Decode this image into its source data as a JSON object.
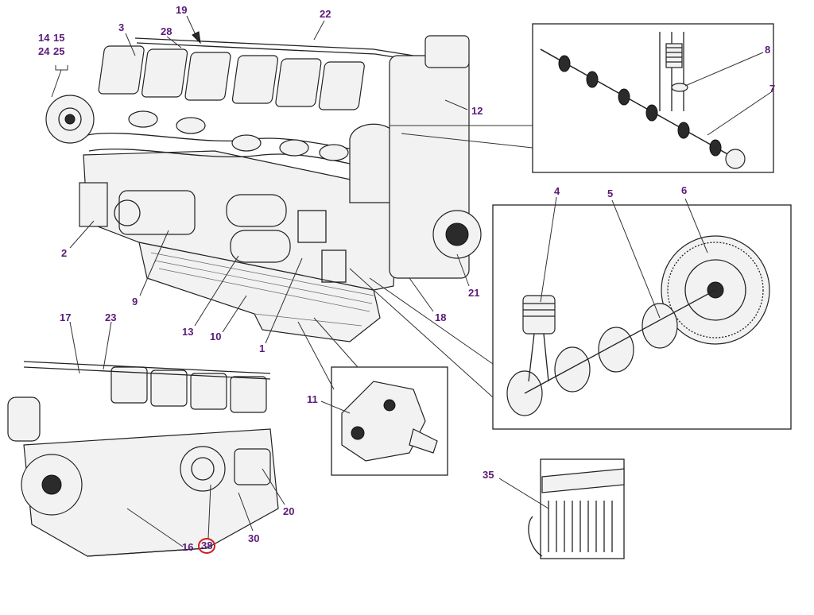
{
  "labels": {
    "l1": "1",
    "l2": "2",
    "l3": "3",
    "l4": "4",
    "l5": "5",
    "l6": "6",
    "l7": "7",
    "l8": "8",
    "l9": "9",
    "l10": "10",
    "l11": "11",
    "l12": "12",
    "l13": "13",
    "l14": "14",
    "l15": "15",
    "l16": "16",
    "l17": "17",
    "l18": "18",
    "l19": "19",
    "l20": "20",
    "l21": "21",
    "l22": "22",
    "l23": "23",
    "l24": "24",
    "l25": "25",
    "l28": "28",
    "l30": "30",
    "l35": "35",
    "l38": "38"
  },
  "colors": {
    "label": "#5b1a78",
    "highlight_circle": "#cc1f1f",
    "ink": "#222222"
  },
  "highlighted_label": "38"
}
